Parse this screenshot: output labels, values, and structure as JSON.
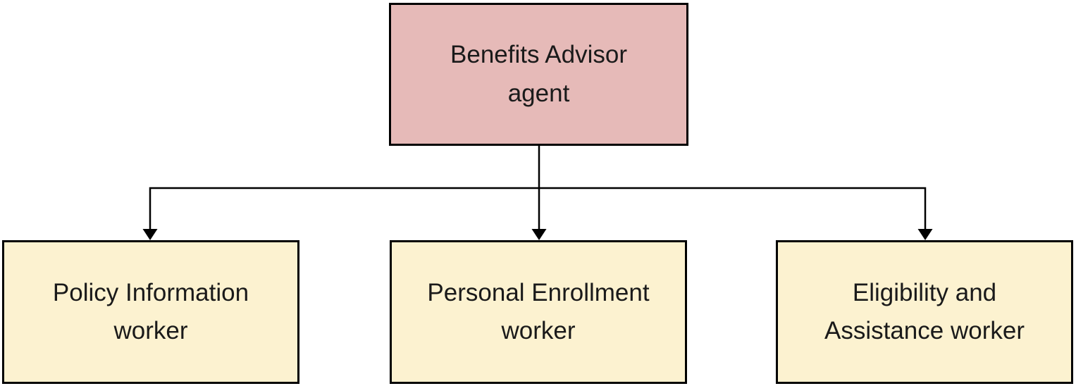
{
  "diagram": {
    "type": "hierarchy",
    "root": {
      "id": "root",
      "label": "Benefits Advisor agent",
      "role": "agent"
    },
    "workers": [
      {
        "id": "worker-0",
        "label": "Policy Information worker",
        "role": "worker"
      },
      {
        "id": "worker-1",
        "label": "Personal Enrollment worker",
        "role": "worker"
      },
      {
        "id": "worker-2",
        "label": "Eligibility and Assistance worker",
        "role": "worker"
      }
    ],
    "edges": [
      {
        "from": "root",
        "to": "worker-0",
        "arrow": "down"
      },
      {
        "from": "root",
        "to": "worker-1",
        "arrow": "down"
      },
      {
        "from": "root",
        "to": "worker-2",
        "arrow": "down"
      }
    ]
  },
  "colors": {
    "agent_fill": "#e6bab8",
    "worker_fill": "#fcf2d0",
    "border_color": "#000000",
    "line_color": "#000000",
    "text_color": "#1a1a1a",
    "background": "#ffffff"
  }
}
